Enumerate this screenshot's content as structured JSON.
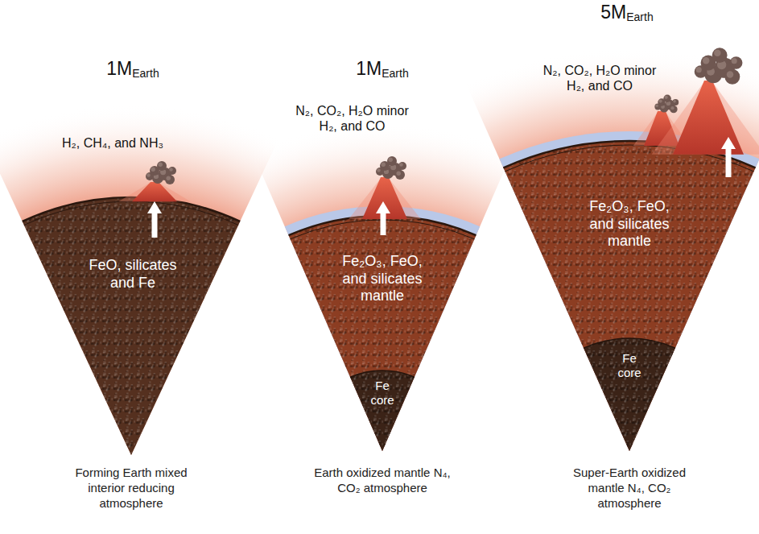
{
  "diagram": {
    "nodes": [
      {
        "text": [
          "1MEarth"
        ]
      },
      {
        "text": [
          "H₂, CH₄, and NH₃"
        ],
        "in": 0
      },
      {
        "text": [
          "FeO, silicates and Fe"
        ],
        "in": 0
      },
      {
        "text": [
          "1MEarth"
        ]
      },
      {
        "text": [
          "N₂, CO₂, H₂O minor H₂, and CO"
        ],
        "in": 3
      },
      {
        "text": [
          "Fe₂O₃, FeO, and silicates mantle"
        ],
        "in": 3
      },
      {
        "text": [
          "Fe core"
        ],
        "in": 3
      },
      {
        "text": [
          "5MEarth"
        ]
      },
      {
        "text": [
          "N₂, CO₂, H₂O minor H₂, and CO"
        ],
        "in": 7
      },
      {
        "text": [
          "Fe₂O₃, FeO, and silicates mantle"
        ],
        "in": 7
      },
      {
        "text": [
          "Fe core"
        ],
        "in": 7
      }
    ],
    "edges": [
      {
        "from": 2,
        "to": 1,
        "arrow": "to"
      },
      {
        "from": 5,
        "to": 4,
        "arrow": "to"
      },
      {
        "from": 9,
        "to": 8,
        "arrow": "to"
      }
    ],
    "labels": [
      "Forming Earth mixed interior reducing atmosphere",
      "Earth oxidized mantle N₄, CO₂ atmosphere",
      "Super-Earth oxidized mantle N₄, CO₂ atmosphere"
    ]
  }
}
